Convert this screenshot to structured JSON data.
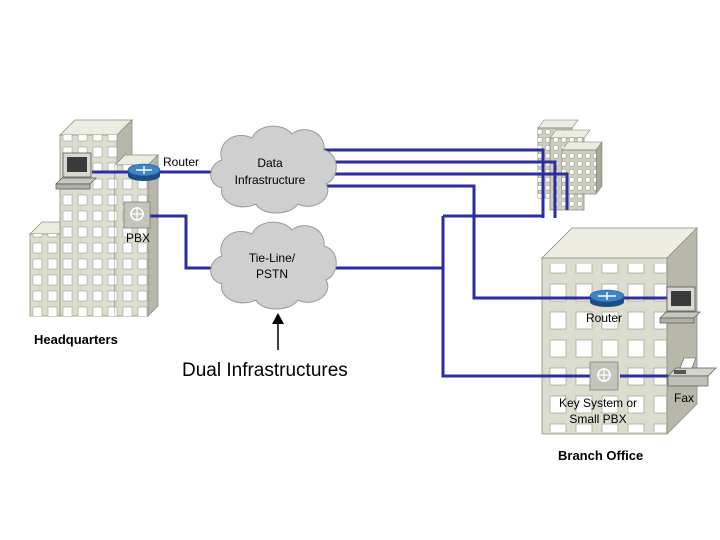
{
  "labels": {
    "hq_router": "Router",
    "data_cloud_line1": "Data",
    "data_cloud_line2": "Infrastructure",
    "pbx": "PBX",
    "tie_cloud_line1": "Tie-Line/",
    "tie_cloud_line2": "PSTN",
    "headquarters": "Headquarters",
    "title": "Dual Infrastructures",
    "branch_router": "Router",
    "key_system_line1": "Key System or",
    "key_system_line2": "Small PBX",
    "fax": "Fax",
    "branch_office": "Branch Office"
  },
  "colors": {
    "link": "#2b2e9e",
    "building": "#dcdccf",
    "building_shadow": "#b8b8aa",
    "cloud": "#cfcfcf",
    "router": "#2a6fb5"
  }
}
